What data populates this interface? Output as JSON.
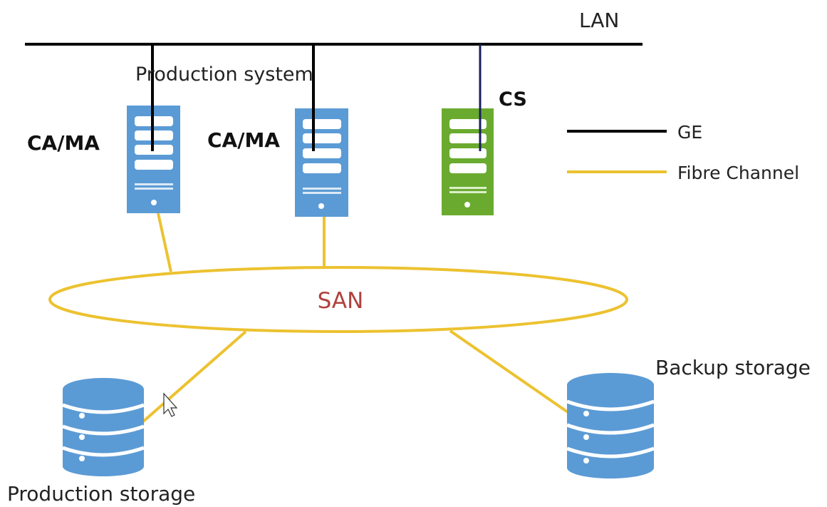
{
  "labels": {
    "lan": "LAN",
    "production_system": "Production system",
    "server1": "CA/MA",
    "server2": "CA/MA",
    "server3": "CS",
    "san": "SAN",
    "production_storage": "Production storage",
    "backup_storage": "Backup storage"
  },
  "legend": {
    "items": [
      {
        "label": "GE",
        "color": "#000000"
      },
      {
        "label": "Fibre Channel",
        "color": "#ecc230"
      }
    ]
  },
  "colors": {
    "server_blue": "#5b9bd5",
    "server_green": "#6aab2f",
    "storage_blue": "#5b9bd5",
    "san_text": "#b0413e",
    "fibre": "#ecc230",
    "ge": "#000000"
  },
  "icons": [
    "server-icon",
    "database-icon",
    "mouse-cursor-icon"
  ]
}
